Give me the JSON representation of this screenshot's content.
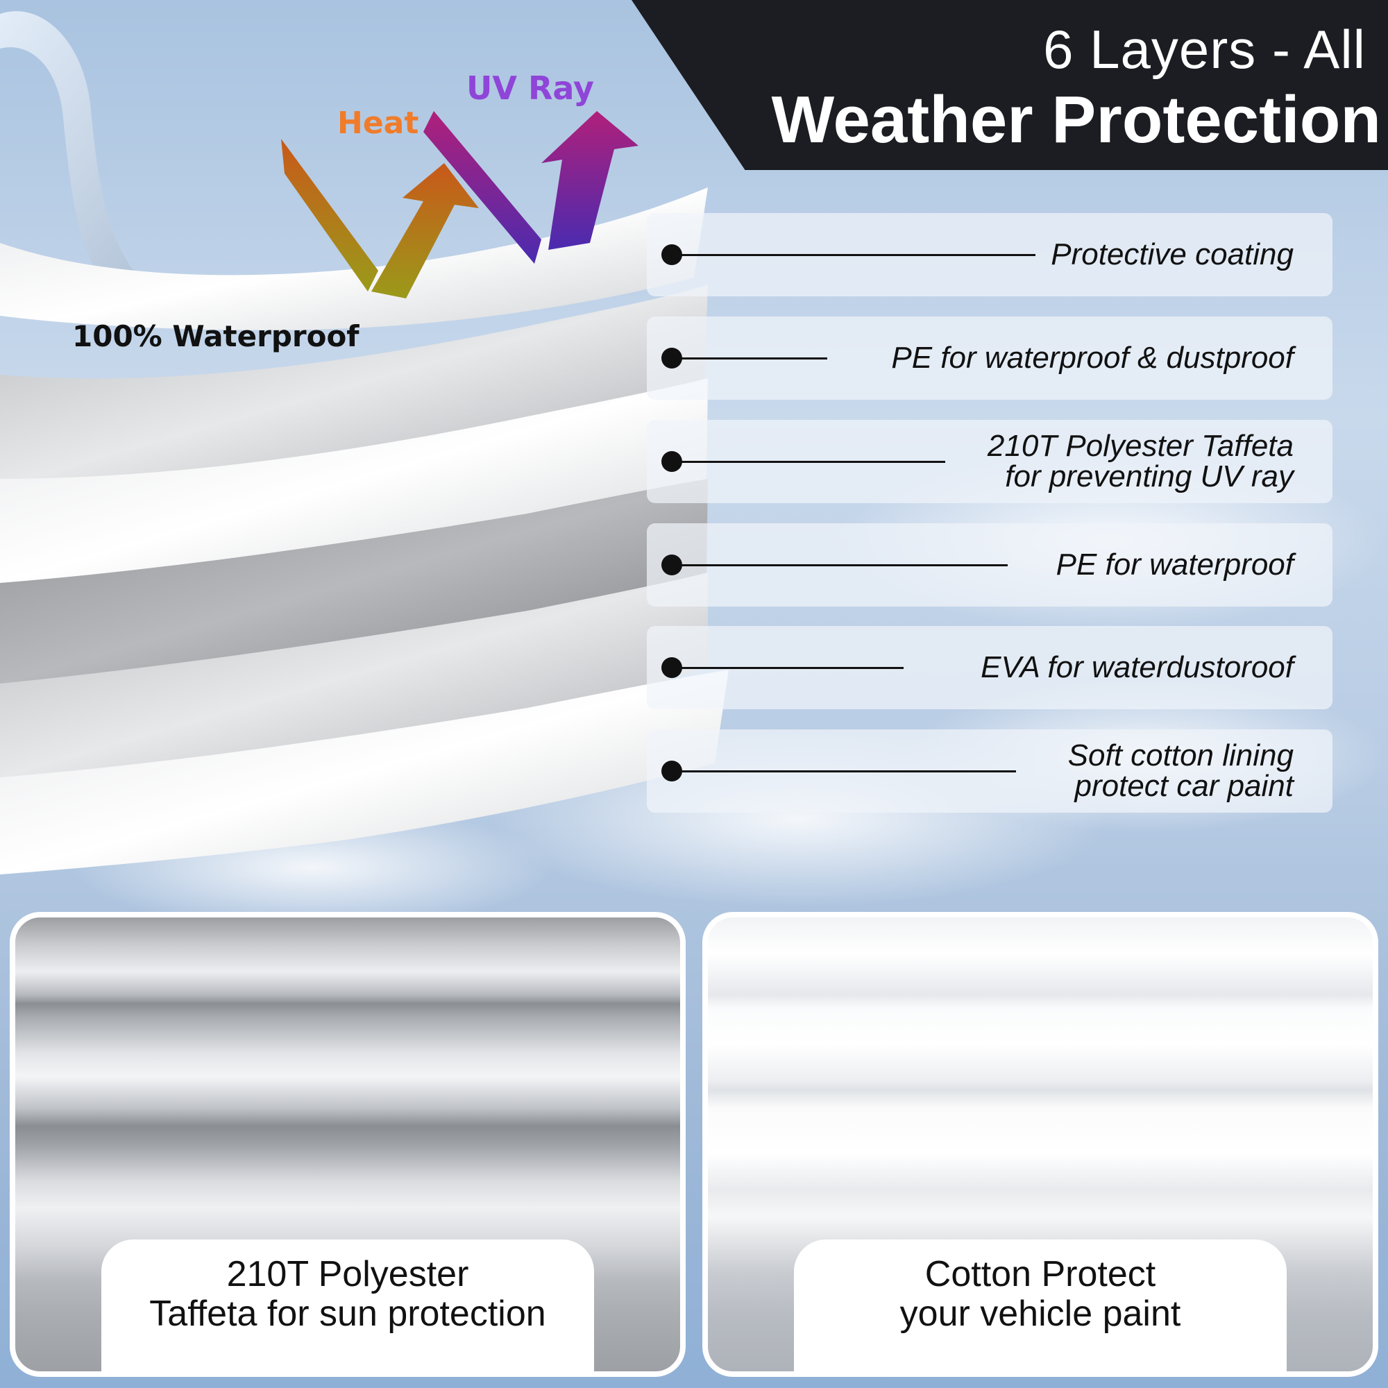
{
  "header": {
    "title_line1": "6 Layers - All",
    "title_line2": "Weather Protection"
  },
  "hazards": {
    "heat": "Heat",
    "uv": "UV Ray",
    "waterproof": "100% Waterproof"
  },
  "layers": [
    {
      "line1": "Protective coating",
      "line2": ""
    },
    {
      "line1": "PE for waterproof & dustproof",
      "line2": ""
    },
    {
      "line1": "210T Polyester Taffeta",
      "line2": "for preventing UV ray"
    },
    {
      "line1": "PE for waterproof",
      "line2": ""
    },
    {
      "line1": "EVA for waterdustoroof",
      "line2": ""
    },
    {
      "line1": "Soft cotton lining",
      "line2": "protect car paint"
    }
  ],
  "panels": {
    "left": {
      "line1": "210T Polyester",
      "line2": "Taffeta for sun protection"
    },
    "right": {
      "line1": "Cotton Protect",
      "line2": "your vehicle paint"
    }
  },
  "colors": {
    "banner": "#1c1d22",
    "heat": "#f07c2a",
    "uv": "#8f45d8",
    "fabric": "#c9cbcf"
  }
}
